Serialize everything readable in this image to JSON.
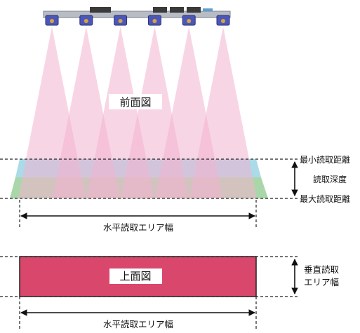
{
  "front_view": {
    "title": "前面図",
    "min_label": "最小読取距離",
    "depth_label": "読取深度",
    "max_label": "最大読取距離",
    "width_label": "水平読取エリア幅",
    "camera_count": 6
  },
  "top_view": {
    "title": "上面図",
    "vertical_label_line1": "垂直読取",
    "vertical_label_line2": "エリア幅",
    "width_label": "水平読取エリア幅"
  },
  "colors": {
    "beam": "#f2b3cf",
    "depth_band": "#8fcfe0",
    "green_band": "#8ec98e",
    "top_rect": "#d9486c",
    "camera_body": "#4b57b8",
    "rail": "#b8bcc4"
  }
}
